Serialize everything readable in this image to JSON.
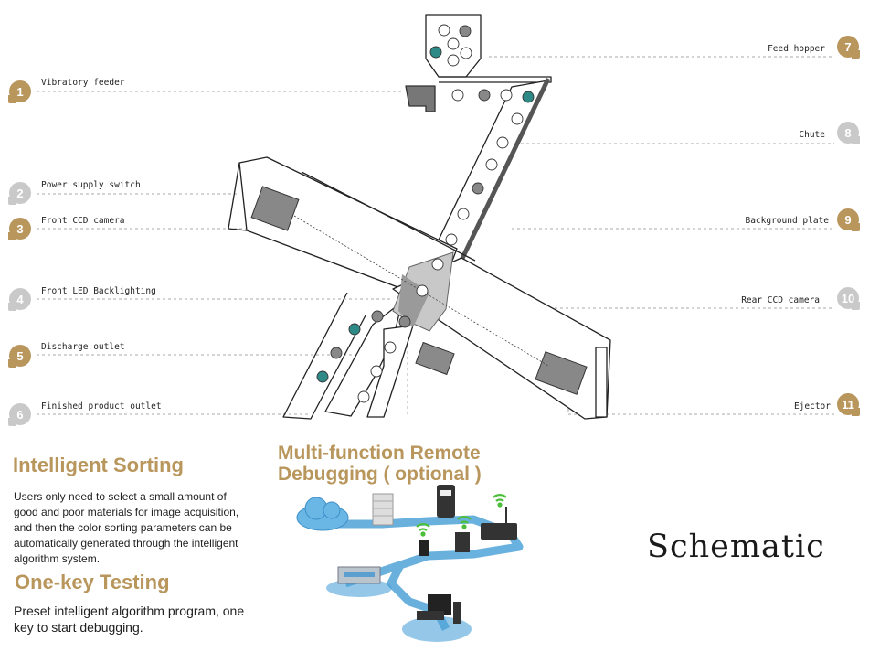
{
  "labels": {
    "left": [
      {
        "num": "1",
        "text": "Vibratory feeder",
        "badge": "gold"
      },
      {
        "num": "2",
        "text": "Power supply switch",
        "badge": "grey"
      },
      {
        "num": "3",
        "text": "Front CCD camera",
        "badge": "gold"
      },
      {
        "num": "4",
        "text": "Front LED Backlighting",
        "badge": "grey"
      },
      {
        "num": "5",
        "text": "Discharge outlet",
        "badge": "gold"
      },
      {
        "num": "6",
        "text": "Finished product outlet",
        "badge": "grey"
      }
    ],
    "right": [
      {
        "num": "7",
        "text": "Feed hopper",
        "badge": "gold"
      },
      {
        "num": "8",
        "text": "Chute",
        "badge": "grey"
      },
      {
        "num": "9",
        "text": "Background plate",
        "badge": "gold"
      },
      {
        "num": "10",
        "text": "Rear CCD camera",
        "badge": "grey"
      },
      {
        "num": "11",
        "text": "Ejector",
        "badge": "gold"
      }
    ]
  },
  "sections": {
    "sorting": {
      "title": "Intelligent Sorting",
      "body": [
        "Users only need to select a small amount of",
        "good and poor materials for image acquisition,",
        "and then the color sorting parameters can be",
        "automatically generated through the intelligent",
        "algorithm system."
      ]
    },
    "testing": {
      "title": "One-key Testing",
      "body": [
        "Preset intelligent algorithm program, one",
        "key to start debugging."
      ]
    },
    "remote": {
      "title_lines": [
        "Multi-function Remote",
        "Debugging ( optional )"
      ]
    }
  },
  "caption": "Schematic",
  "colors": {
    "gold": "#b8965c",
    "grey": "#c9c9c9",
    "teal": "#2e8a86",
    "net_blue": "#4fa3d8"
  }
}
